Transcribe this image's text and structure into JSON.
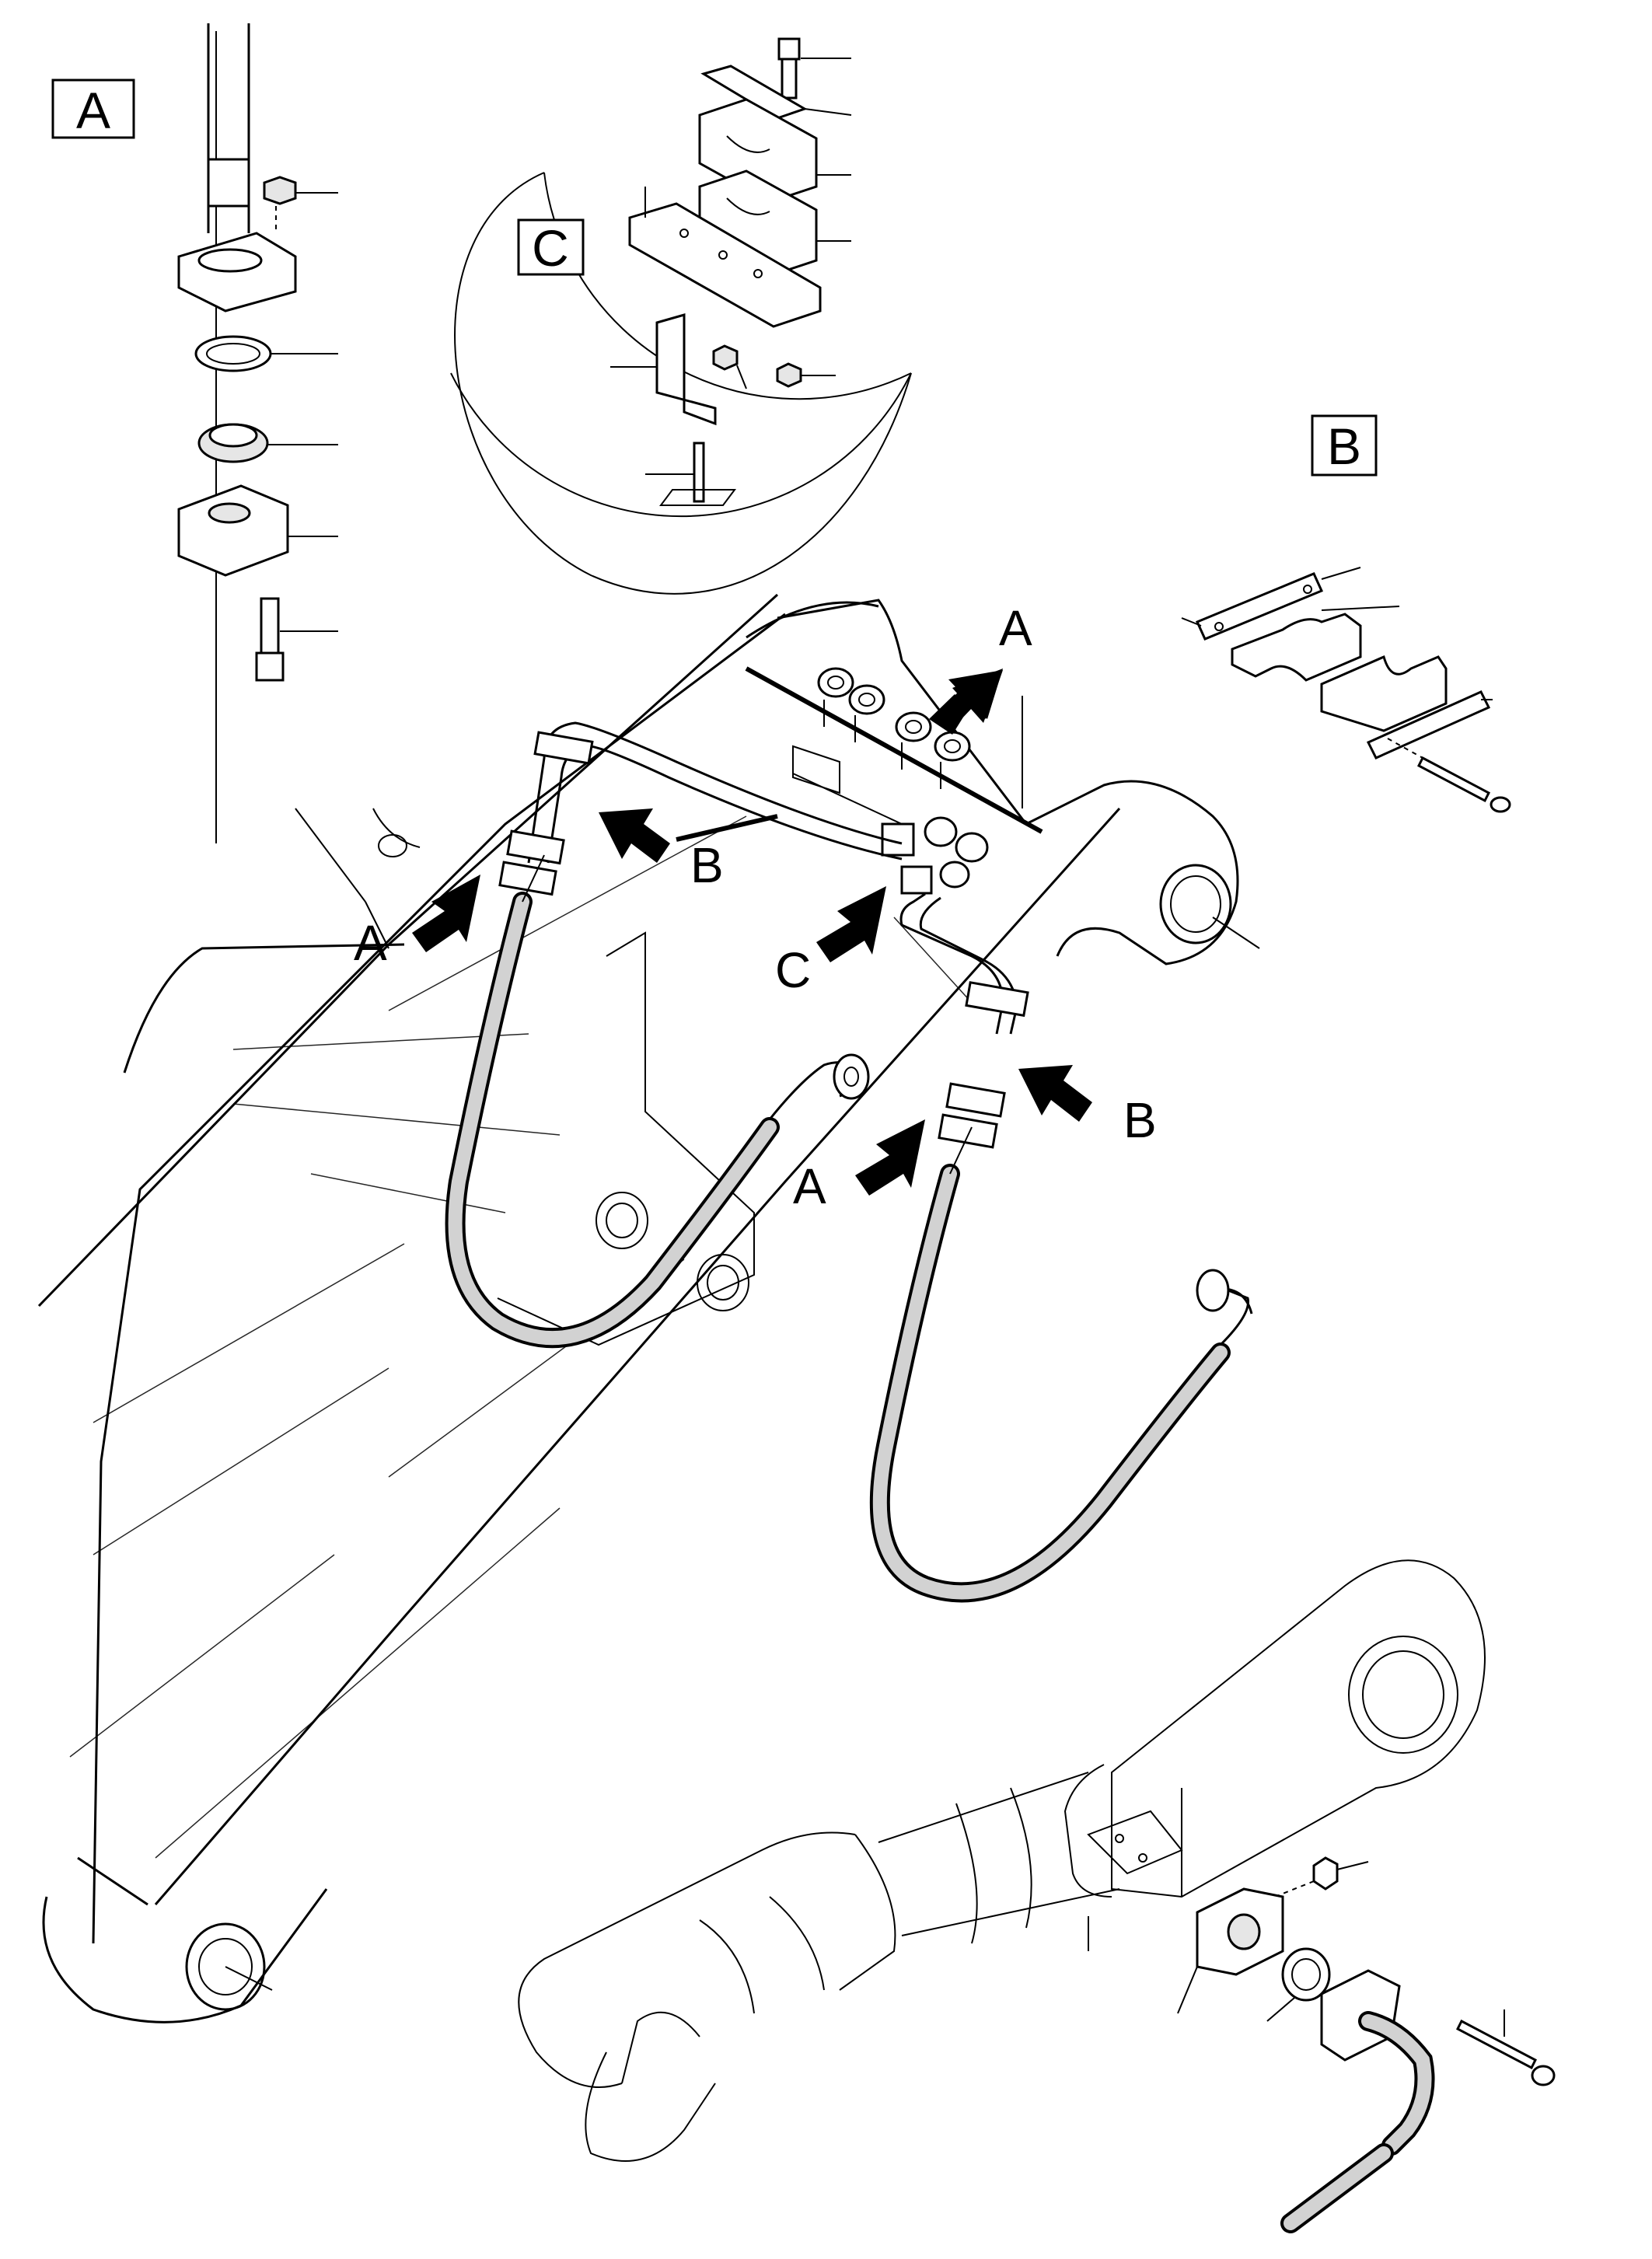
{
  "detail_labels": {
    "A": "A",
    "B": "B",
    "C": "C"
  },
  "arrow_labels": [
    {
      "id": "a-top",
      "text": "A"
    },
    {
      "id": "b-left",
      "text": "B"
    },
    {
      "id": "a-left",
      "text": "A"
    },
    {
      "id": "c-center",
      "text": "C"
    },
    {
      "id": "b-right",
      "text": "B"
    },
    {
      "id": "a-right",
      "text": "A"
    }
  ],
  "colors": {
    "line": "#000000",
    "hose_fill": "#d2d2d2",
    "background": "#ffffff"
  }
}
